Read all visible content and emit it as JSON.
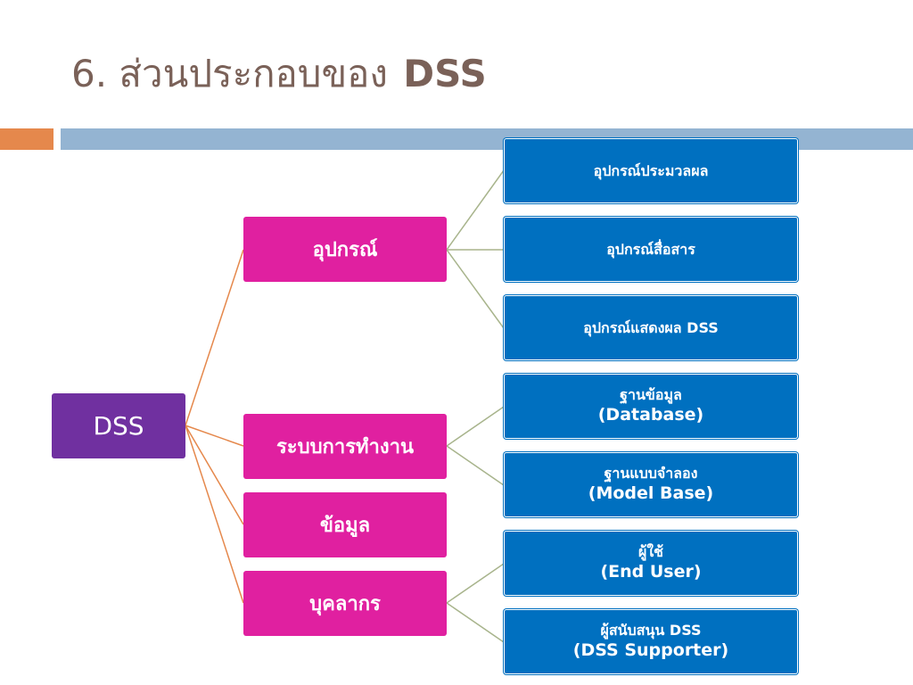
{
  "slide": {
    "title_text": "6. ส่วนประกอบของ",
    "title_bold": "DSS"
  },
  "diagram": {
    "root": {
      "label": "DSS"
    },
    "groups": [
      {
        "label": "อุปกรณ์"
      },
      {
        "label": "ระบบการทำงาน"
      },
      {
        "label": "ข้อมูล"
      },
      {
        "label": "บุคลากร"
      }
    ],
    "leaves": [
      {
        "line1": "อุปกรณ์ประมวลผล",
        "line2": ""
      },
      {
        "line1": "อุปกรณ์สื่อสาร",
        "line2": ""
      },
      {
        "line1": "อุปกรณ์แสดงผล DSS",
        "line2": ""
      },
      {
        "line1": "ฐานข้อมูล",
        "line2": "(Database)"
      },
      {
        "line1": "ฐานแบบจำลอง",
        "line2": "(Model Base)"
      },
      {
        "line1": "ผู้ใช้",
        "line2": "(End User)"
      },
      {
        "line1": "ผู้สนับสนุน DSS",
        "line2": "(DSS Supporter)"
      }
    ],
    "colors": {
      "root": "#7030a0",
      "group": "#e020a0",
      "leaf": "#0070c0",
      "root_connector": "#e5884c",
      "leaf_connector": "#a8b48c",
      "title": "#7a6158",
      "accent_orange": "#e5884c",
      "accent_blue": "#94b4d2"
    }
  }
}
